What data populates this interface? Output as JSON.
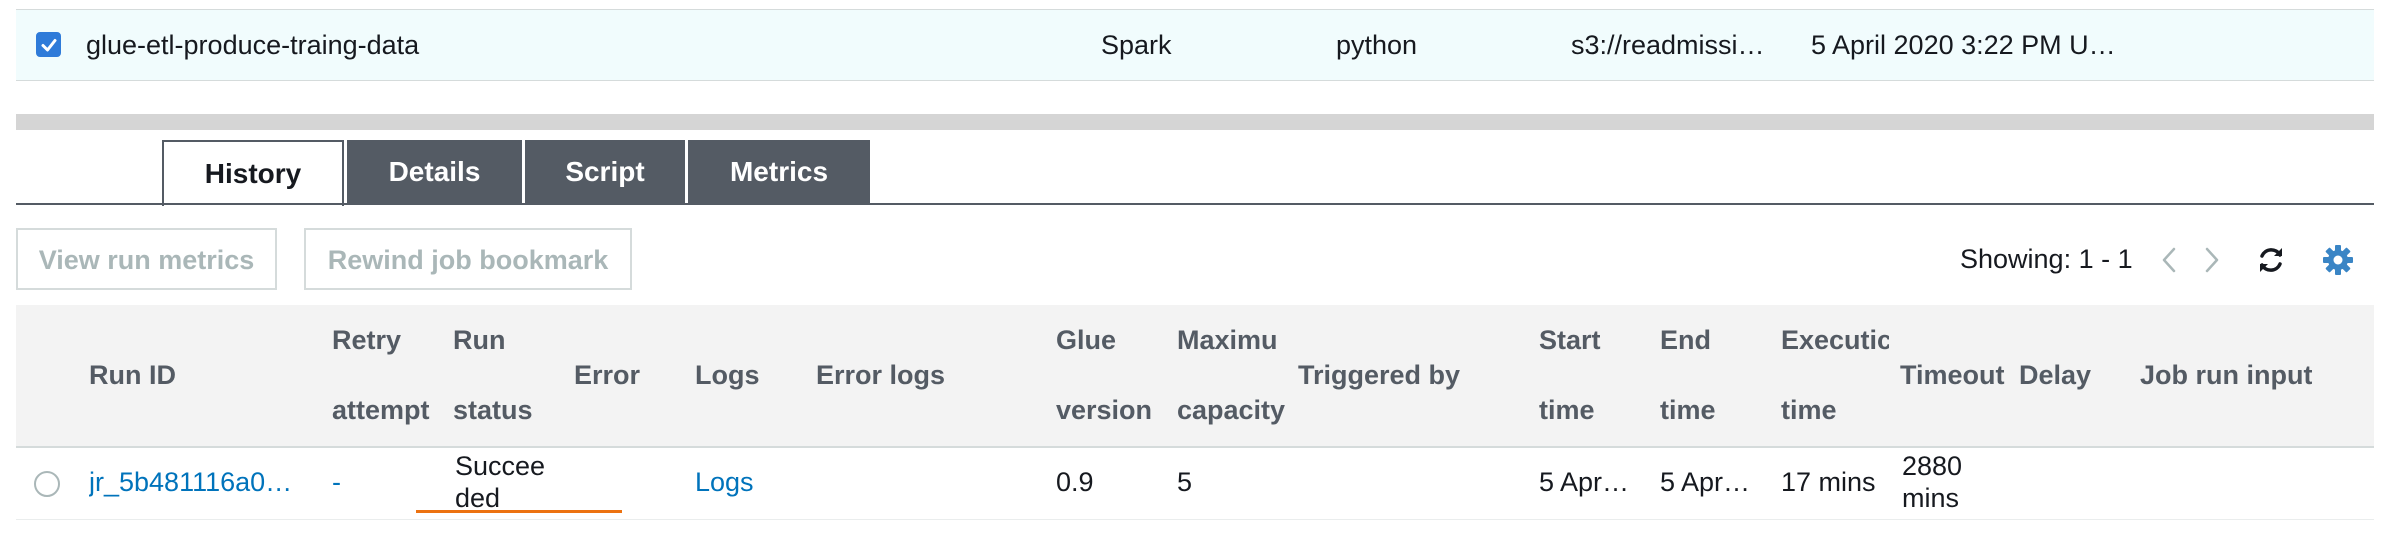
{
  "job": {
    "name": "glue-etl-produce-traing-data",
    "type": "Spark",
    "language": "python",
    "script_location": "s3://readmissi…",
    "created": "5 April 2020 3:22 PM U…"
  },
  "tabs": [
    {
      "label": "History",
      "active": true
    },
    {
      "label": "Details",
      "active": false
    },
    {
      "label": "Script",
      "active": false
    },
    {
      "label": "Metrics",
      "active": false
    }
  ],
  "toolbar": {
    "view_run_metrics": "View run metrics",
    "rewind_bookmark": "Rewind job bookmark",
    "showing": "Showing: 1 - 1"
  },
  "icons": {
    "prev": "chevron-left-icon",
    "next": "chevron-right-icon",
    "refresh": "refresh-icon",
    "settings": "gear-icon"
  },
  "columns": {
    "run_id": "Run ID",
    "retry_1": "Retry",
    "retry_2": "attempt",
    "run_status_1": "Run",
    "run_status_2": "status",
    "error": "Error",
    "logs": "Logs",
    "error_logs": "Error logs",
    "glue_version_1": "Glue",
    "glue_version_2": "version",
    "max_capacity_1": "Maximu",
    "max_capacity_2": "capacity",
    "triggered_by": "Triggered by",
    "start_time_1": "Start",
    "start_time_2": "time",
    "end_time_1": "End",
    "end_time_2": "time",
    "execution_time_1": "Executic",
    "execution_time_2": "time",
    "timeout": "Timeout",
    "delay": "Delay",
    "job_run_input": "Job run input"
  },
  "run": {
    "run_id": "jr_5b481116a0…",
    "retry_attempt": "-",
    "status_line1": "Succee",
    "status_line2": "ded",
    "logs": "Logs",
    "glue_version": "0.9",
    "max_capacity": "5",
    "start_time": "5 Apr…",
    "end_time": "5 Apr…",
    "execution_time": "17 mins",
    "timeout_line1": "2880",
    "timeout_line2": "mins"
  },
  "colors": {
    "accent": "#0073bb",
    "tab_dark": "#545b64",
    "success_underline": "#ec7211",
    "selected_row": "#f1fcfd"
  }
}
